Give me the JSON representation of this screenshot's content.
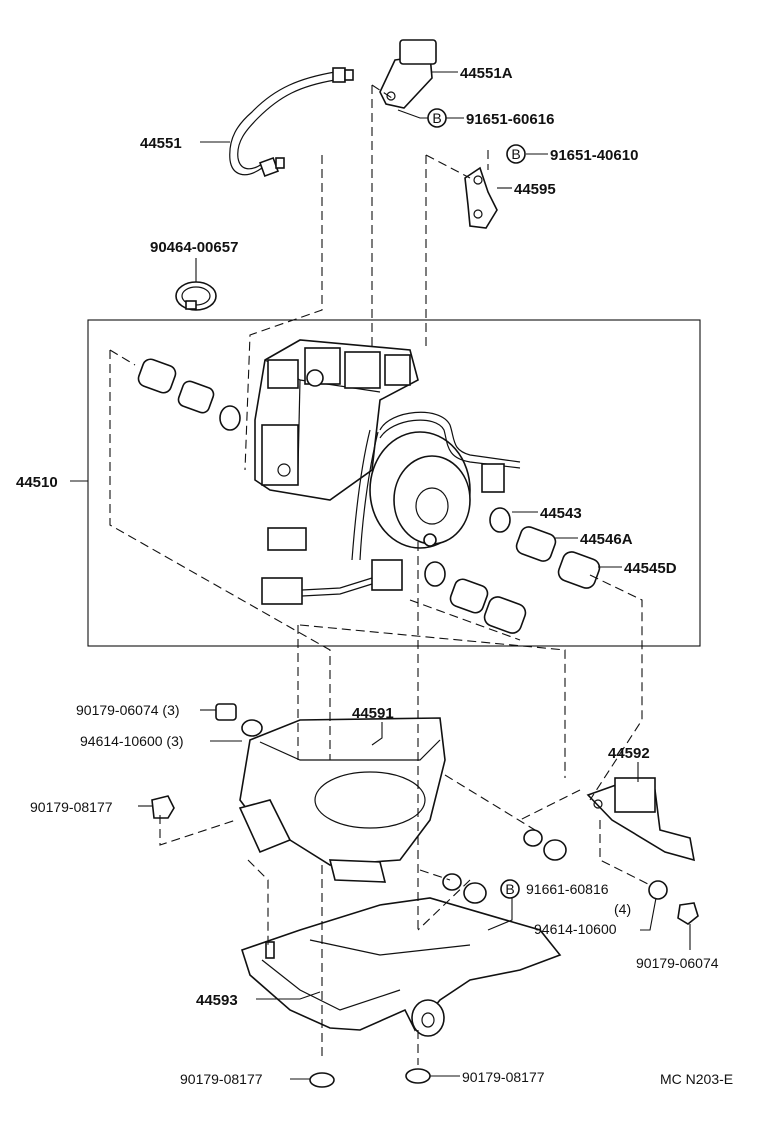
{
  "diagram_code": "MC N203-E",
  "circled_symbol": "B",
  "labels": {
    "p44551A": "44551A",
    "p91651_60616": "91651-60616",
    "p44551": "44551",
    "p91651_40610": "91651-40610",
    "p44595": "44595",
    "p90464_00657": "90464-00657",
    "p44510": "44510",
    "p44543": "44543",
    "p44546A": "44546A",
    "p44545D": "44545D",
    "p90179_06074_3": "90179-06074 (3)",
    "p94614_10600_3": "94614-10600 (3)",
    "p44591": "44591",
    "p44592": "44592",
    "p90179_08177_a": "90179-08177",
    "p91661_60816": "91661-60816",
    "qty4": "(4)",
    "p94614_10600": "94614-10600",
    "p90179_06074": "90179-06074",
    "p44593": "44593",
    "p90179_08177_b": "90179-08177",
    "p90179_08177_c": "90179-08177"
  }
}
